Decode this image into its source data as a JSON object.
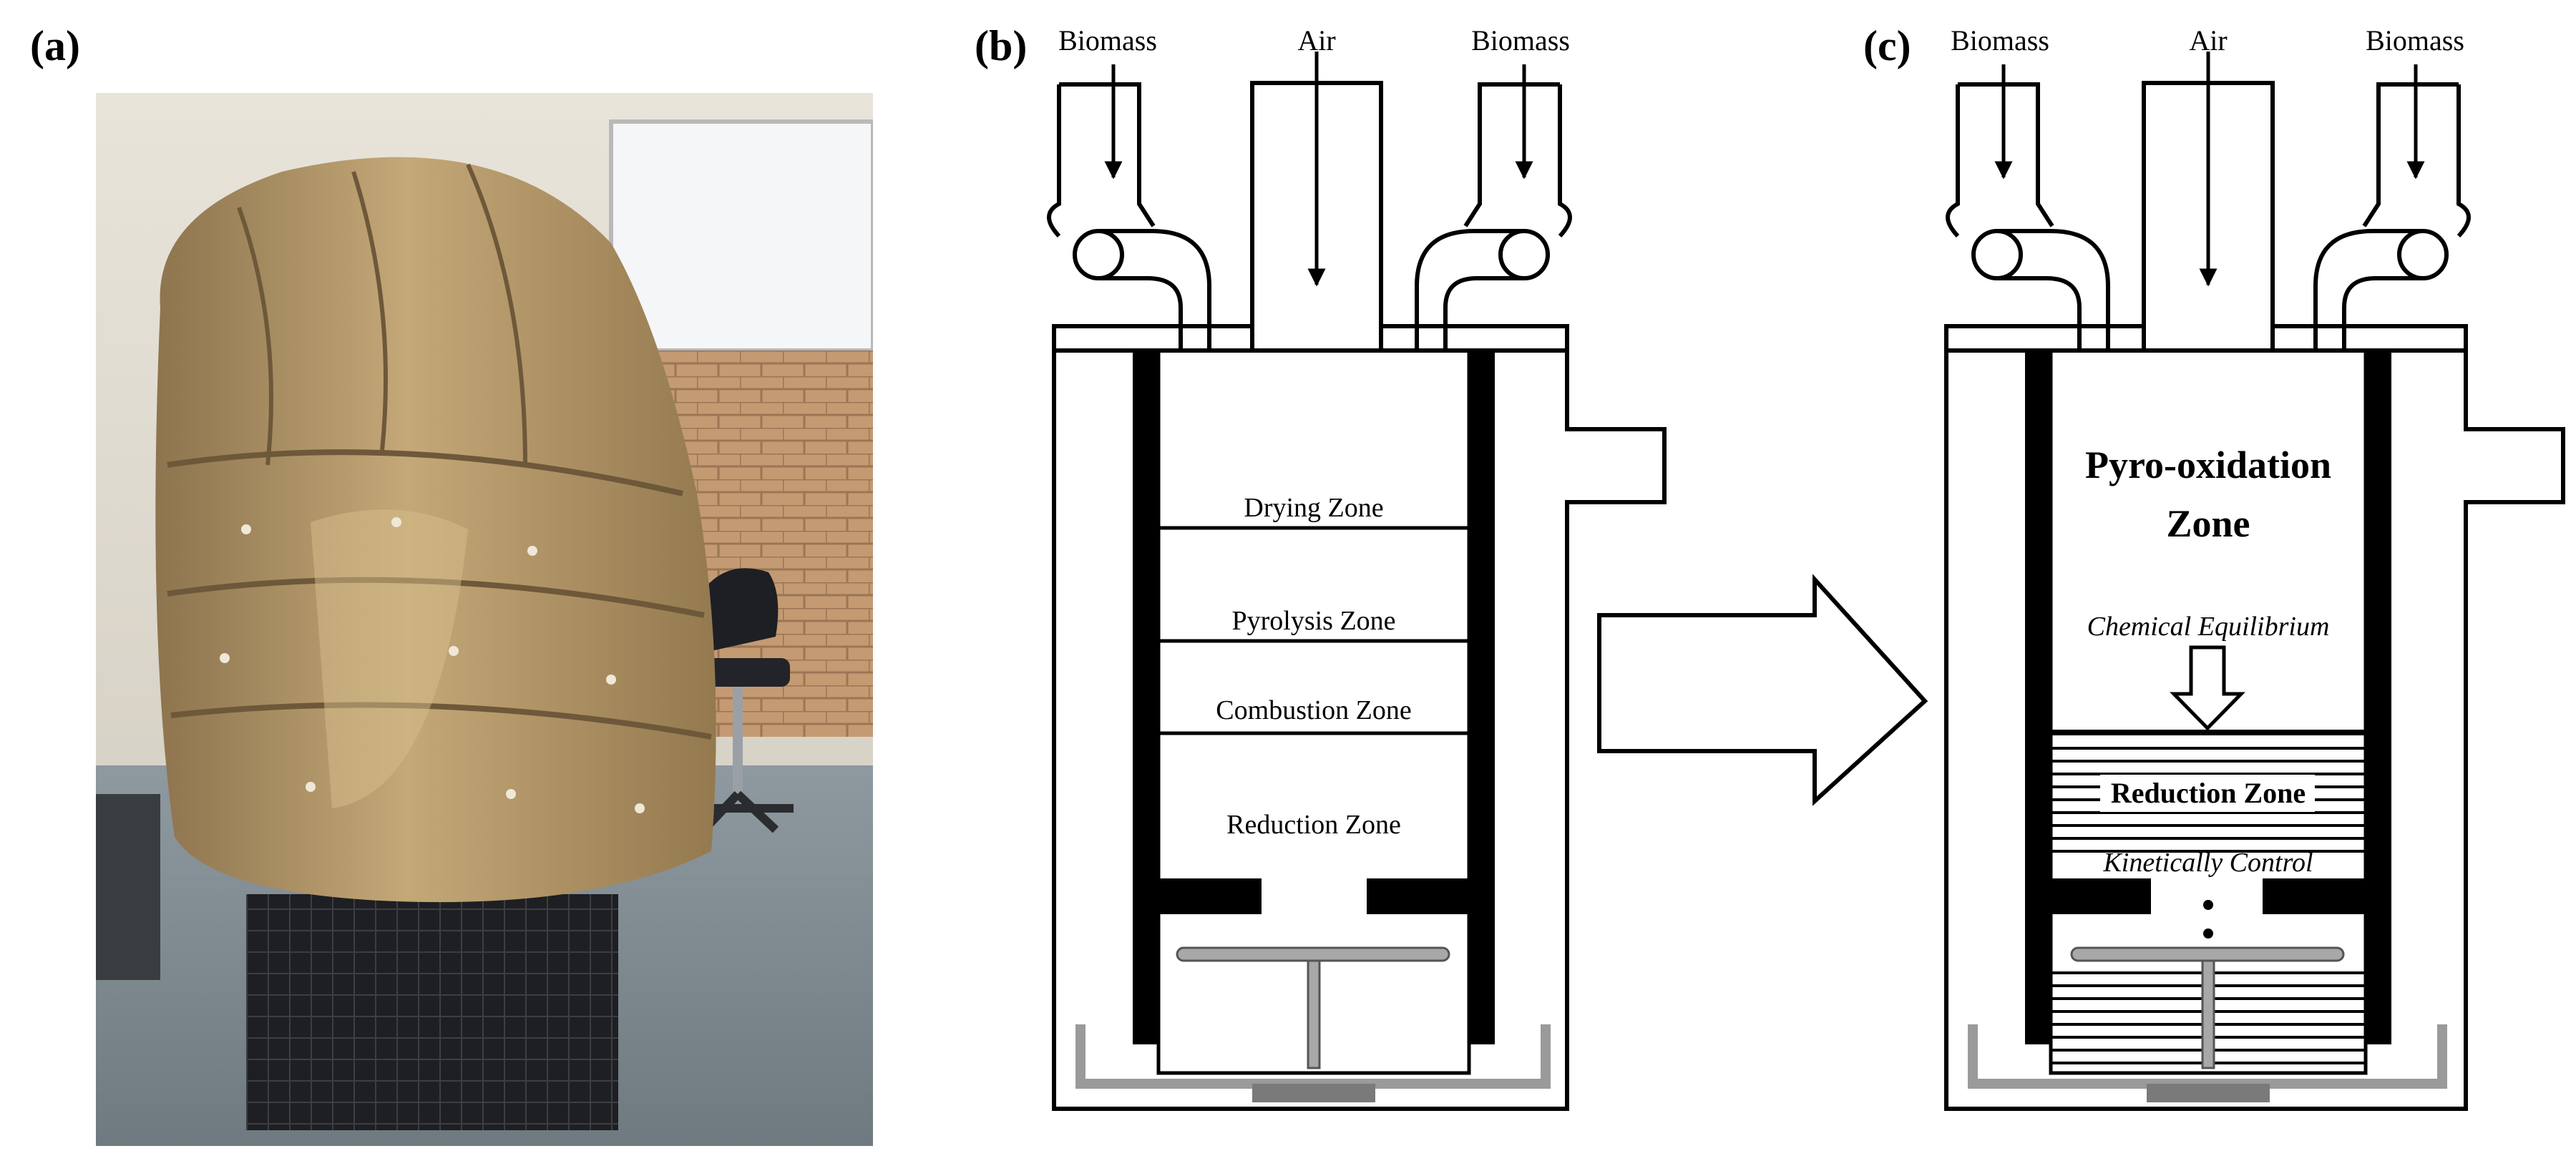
{
  "panels": {
    "a": {
      "label": "(a)"
    },
    "b": {
      "label": "(b)",
      "inlets": {
        "left": "Biomass",
        "center": "Air",
        "right": "Biomass"
      },
      "zones": [
        "Drying Zone",
        "Pyrolysis Zone",
        "Combustion Zone",
        "Reduction Zone"
      ]
    },
    "c": {
      "label": "(c)",
      "inlets": {
        "left": "Biomass",
        "center": "Air",
        "right": "Biomass"
      },
      "upper_zone_line1": "Pyro-oxidation",
      "upper_zone_line2": "Zone",
      "equilibrium_note": "Chemical Equilibrium",
      "lower_zone": "Reduction Zone",
      "kinetic_note": "Kinetically Control"
    }
  },
  "photo": {
    "description_icon": "gasifier-photo-icon"
  },
  "colors": {
    "line": "#000000",
    "gray": "#a8a8a8",
    "dark_gray": "#7a7a7a",
    "insulation": "#b89a6a",
    "brick": "#c49a72"
  }
}
